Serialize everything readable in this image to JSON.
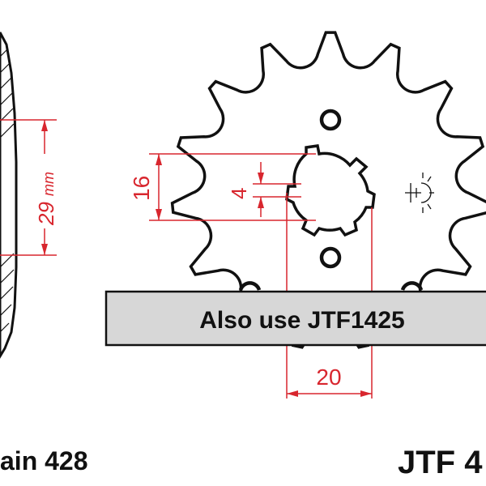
{
  "colors": {
    "outline": "#111111",
    "dimension": "#d8262e",
    "banner_fill": "#d7d7d7",
    "body_fill": "#ffffff"
  },
  "sprocket": {
    "teeth_count": 15,
    "icon_name": "sun-icon"
  },
  "dimensions": {
    "chain_pitch_label": "29",
    "chain_pitch_unit": "mm",
    "spline_height": "16",
    "spline_width": "4",
    "offset": "20"
  },
  "banner": {
    "text": "Also use JTF1425"
  },
  "footer": {
    "chain_text": "ain 428",
    "part_text": "JTF 4"
  }
}
